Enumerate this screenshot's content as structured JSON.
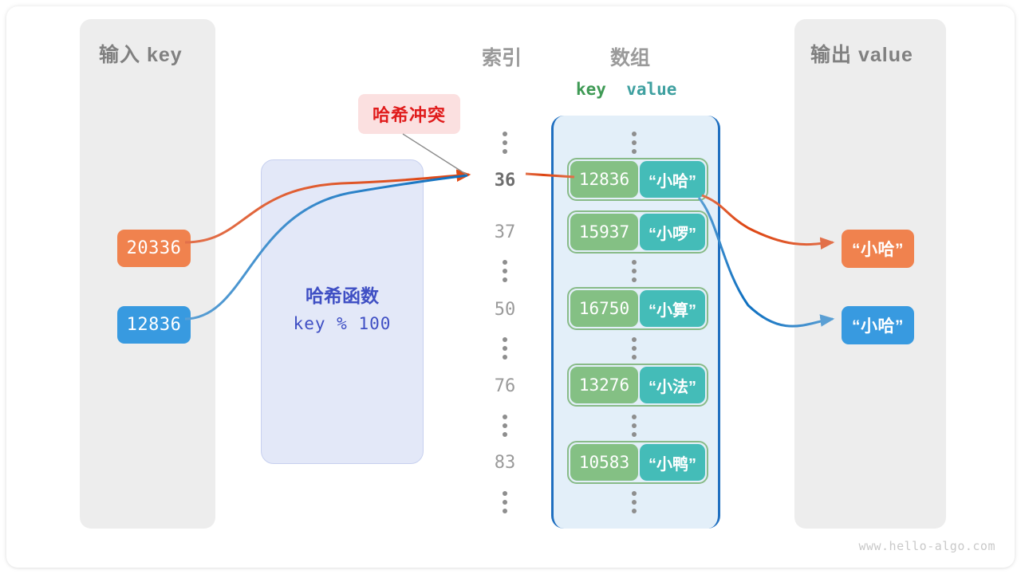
{
  "diagram": {
    "title_index": "索引",
    "title_array": "数组",
    "watermark": "www.hello-algo.com"
  },
  "input_panel": {
    "title": "输入 key",
    "keys": [
      {
        "value": "20336",
        "color": "#f0824e"
      },
      {
        "value": "12836",
        "color": "#389ae0"
      }
    ]
  },
  "hash_function": {
    "title": "哈希函数",
    "expression": "key % 100",
    "fill": "#e3e8f8",
    "text_color": "#3f4fc4"
  },
  "collision": {
    "label": "哈希冲突",
    "text_color": "#e01b1b",
    "fill": "#fbe0e0"
  },
  "array": {
    "header_key": "key",
    "header_value": "value",
    "header_key_color": "#3f9a55",
    "header_value_color": "#3fa0a0",
    "container_border": "#1f6fc0",
    "container_fill": "#e3eff9",
    "key_cell_color": "#84c084",
    "value_cell_color": "#44bcb8",
    "rows": [
      {
        "index": "36",
        "key": "12836",
        "value": "“小哈”",
        "highlight": true
      },
      {
        "index": "37",
        "key": "15937",
        "value": "“小啰”",
        "highlight": false
      },
      {
        "index": "50",
        "key": "16750",
        "value": "“小算”",
        "highlight": false
      },
      {
        "index": "76",
        "key": "13276",
        "value": "“小法”",
        "highlight": false
      },
      {
        "index": "83",
        "key": "10583",
        "value": "“小鸭”",
        "highlight": false
      }
    ]
  },
  "output_panel": {
    "title": "输出 value",
    "values": [
      {
        "value": "“小哈”",
        "color": "#f0824e"
      },
      {
        "value": "“小哈”",
        "color": "#389ae0"
      }
    ]
  }
}
